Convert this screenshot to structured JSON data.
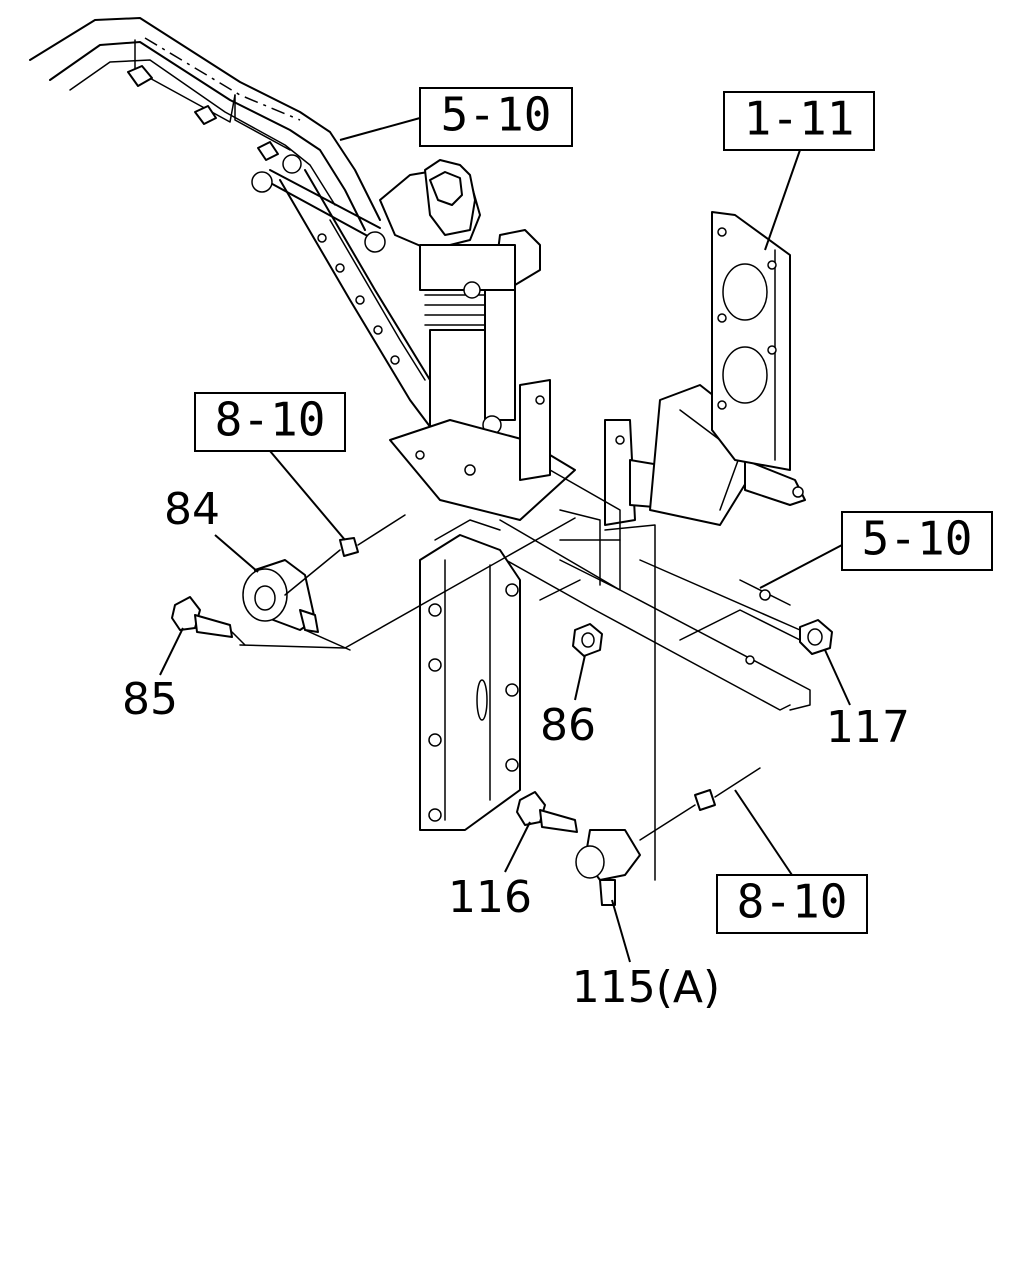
{
  "references": [
    {
      "id": "ref-5-10-top",
      "label": "5-10"
    },
    {
      "id": "ref-1-11",
      "label": "1-11"
    },
    {
      "id": "ref-8-10-left",
      "label": "8-10"
    },
    {
      "id": "ref-5-10-right",
      "label": "5-10"
    },
    {
      "id": "ref-8-10-bottom",
      "label": "8-10"
    }
  ],
  "parts": [
    {
      "id": "part-84",
      "label": "84"
    },
    {
      "id": "part-85",
      "label": "85"
    },
    {
      "id": "part-86",
      "label": "86"
    },
    {
      "id": "part-117",
      "label": "117"
    },
    {
      "id": "part-116",
      "label": "116"
    },
    {
      "id": "part-115a",
      "label": "115(A)"
    }
  ]
}
